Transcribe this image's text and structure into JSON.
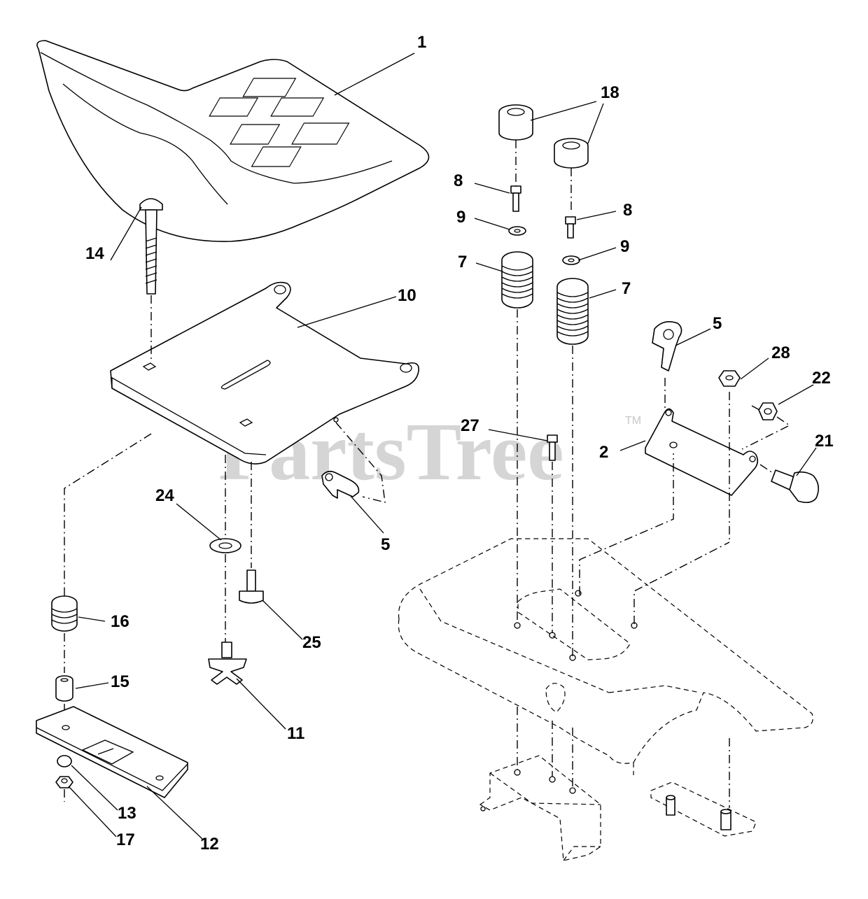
{
  "watermark": {
    "brand": "PartsTree",
    "trademark": "TM"
  },
  "callouts": [
    {
      "id": "c1",
      "label": "1",
      "part": "seat"
    },
    {
      "id": "c18",
      "label": "18",
      "part": "spring-cap"
    },
    {
      "id": "c8a",
      "label": "8",
      "part": "screw"
    },
    {
      "id": "c8b",
      "label": "8",
      "part": "screw"
    },
    {
      "id": "c9a",
      "label": "9",
      "part": "washer"
    },
    {
      "id": "c9b",
      "label": "9",
      "part": "washer"
    },
    {
      "id": "c7a",
      "label": "7",
      "part": "spring"
    },
    {
      "id": "c7b",
      "label": "7",
      "part": "spring"
    },
    {
      "id": "c14",
      "label": "14",
      "part": "carriage-bolt"
    },
    {
      "id": "c10",
      "label": "10",
      "part": "seat-pan"
    },
    {
      "id": "c5a",
      "label": "5",
      "part": "clip"
    },
    {
      "id": "c5b",
      "label": "5",
      "part": "clip"
    },
    {
      "id": "c28",
      "label": "28",
      "part": "nut"
    },
    {
      "id": "c22",
      "label": "22",
      "part": "nut"
    },
    {
      "id": "c27",
      "label": "27",
      "part": "screw"
    },
    {
      "id": "c2",
      "label": "2",
      "part": "bracket"
    },
    {
      "id": "c21",
      "label": "21",
      "part": "shoulder-bolt"
    },
    {
      "id": "c24",
      "label": "24",
      "part": "washer"
    },
    {
      "id": "c16",
      "label": "16",
      "part": "spring"
    },
    {
      "id": "c25",
      "label": "25",
      "part": "bolt"
    },
    {
      "id": "c15",
      "label": "15",
      "part": "spacer"
    },
    {
      "id": "c11",
      "label": "11",
      "part": "knob"
    },
    {
      "id": "c13",
      "label": "13",
      "part": "washer"
    },
    {
      "id": "c17",
      "label": "17",
      "part": "nut"
    },
    {
      "id": "c12",
      "label": "12",
      "part": "adjuster-plate"
    }
  ]
}
